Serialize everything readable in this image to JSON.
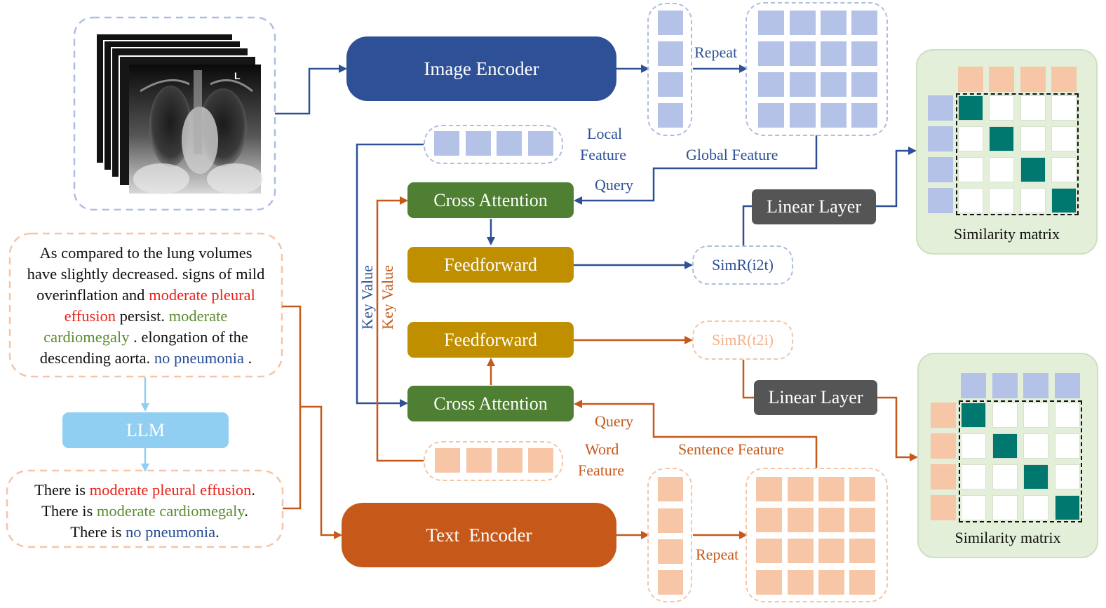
{
  "colors": {
    "blue_dark": "#2e5096",
    "blue_light": "#b3c2e6",
    "blue_dash": "#aebde2",
    "orange_dark": "#c6581a",
    "orange_light": "#f6c6a7",
    "orange_dash": "#f4c6a7",
    "green_dark": "#4f7f32",
    "gold": "#bf8f00",
    "gray": "#555555",
    "teal": "#00786f",
    "sky": "#91cff2",
    "panel_green": "#e3efd9"
  },
  "image_encoder": {
    "label": "Image Encoder"
  },
  "text_encoder": {
    "label": "Text  Encoder"
  },
  "repeat_top": {
    "label": "Repeat"
  },
  "repeat_bottom": {
    "label": "Repeat"
  },
  "local_feature": {
    "line1": "Local",
    "line2": "Feature"
  },
  "global_feature": {
    "label": "Global Feature"
  },
  "word_feature": {
    "line1": "Word",
    "line2": "Feature"
  },
  "sentence_feature": {
    "label": "Sentence Feature"
  },
  "query_top": {
    "label": "Query"
  },
  "query_bottom": {
    "label": "Query"
  },
  "cross_attention_top": {
    "label": "Cross Attention"
  },
  "cross_attention_bottom": {
    "label": "Cross Attention"
  },
  "feedforward_top": {
    "label": "Feedforward"
  },
  "feedforward_bottom": {
    "label": "Feedforward"
  },
  "key_value_blue": {
    "label": "Key Value"
  },
  "key_value_orange": {
    "label": "Key Value"
  },
  "simr_i2t": {
    "label": "SimR(i2t)"
  },
  "simr_t2i": {
    "label": "SimR(t2i)"
  },
  "linear_layer_top": {
    "label": "Linear Layer"
  },
  "linear_layer_bottom": {
    "label": "Linear Layer"
  },
  "similarity_top": {
    "label": "Similarity matrix"
  },
  "similarity_bottom": {
    "label": "Similarity matrix"
  },
  "llm": {
    "label": "LLM"
  },
  "xray": {
    "marker": "L"
  },
  "report_original": {
    "l1": "As compared to the lung volumes",
    "l2": "have slightly decreased. signs of mild",
    "l3a": "overinflation and ",
    "l3b": "moderate pleural",
    "l4a": "effusion",
    "l4b": " persist. ",
    "l4c": "moderate",
    "l5a": "cardiomegaly",
    "l5b": " . elongation of the",
    "l6a": "descending aorta. ",
    "l6b": "no pneumonia",
    "l6c": " ."
  },
  "report_structured": {
    "l1a": "There is ",
    "l1b": "moderate pleural effusion",
    "l1c": ".",
    "l2a": "There is ",
    "l2b": "moderate cardiomegaly",
    "l2c": ".",
    "l3a": "There is ",
    "l3b": "no pneumonia",
    "l3c": "."
  }
}
